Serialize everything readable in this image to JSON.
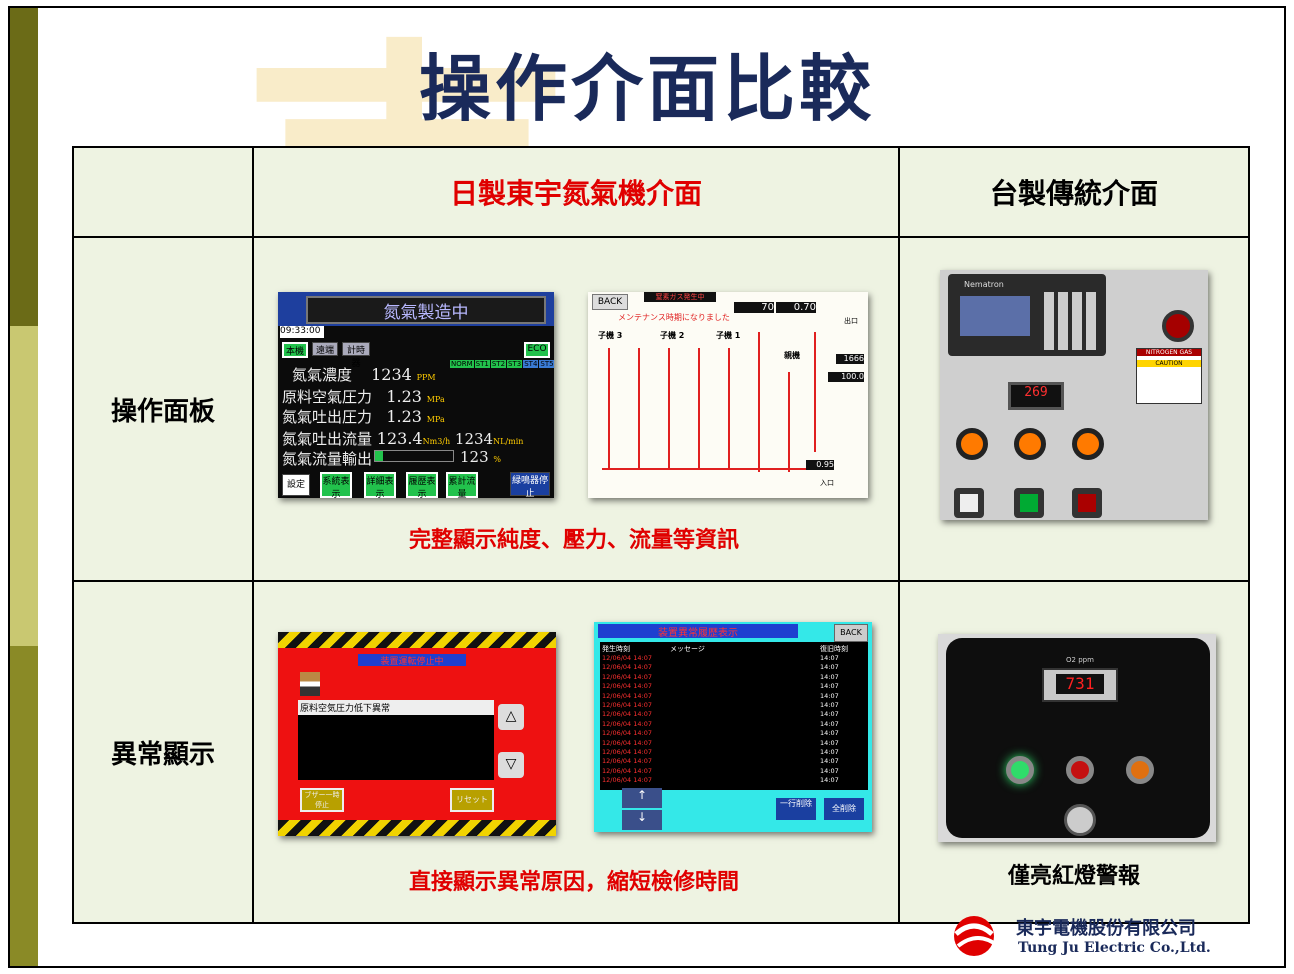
{
  "title": "操作介面比較",
  "table": {
    "header_col1": "日製東宇氮氣機介面",
    "header_col2": "台製傳統介面",
    "row1_label": "操作面板",
    "row2_label": "異常顯示",
    "row1_caption": "完整顯示純度、壓力、流量等資訊",
    "row2_caption": "直接顯示異常原因，縮短檢修時間",
    "row2_col2_caption": "僅亮紅燈警報"
  },
  "hmi1": {
    "title": "氮氣製造中",
    "date": "09:33:00",
    "lines": [
      {
        "label": "氮氣濃度",
        "value": "1234",
        "unit": "PPM"
      },
      {
        "label": "原料空氣圧力",
        "value": "1.23",
        "unit": "MPa"
      },
      {
        "label": "氮氣吐出圧力",
        "value": "1.23",
        "unit": "MPa"
      },
      {
        "label": "氮氣吐出流量",
        "value": "123.4",
        "unit": "Nm3/h",
        "value2": "1234",
        "unit2": "NL/min"
      },
      {
        "label": "氮氣流量輸出",
        "value": "123",
        "unit": "%"
      }
    ],
    "buttons": [
      "設定",
      "系統表示",
      "詳細表示",
      "履歴表示",
      "累計流量",
      "緑鳴器停止"
    ],
    "mode_buttons": [
      "本機",
      "遠端",
      "計時器"
    ],
    "eco": "ECO",
    "status": [
      "NORM",
      "ST1",
      "ST2",
      "ST3",
      "ST4",
      "ST5"
    ],
    "bar_level": 0.1
  },
  "hmi2": {
    "back": "BACK",
    "banner": "窒素ガス発生中",
    "maint": "メンテナンス時期になりました",
    "units": [
      "子機 3",
      "子機 2",
      "子機 1",
      "親機"
    ],
    "purity": "70",
    "pressure": "0.70",
    "flow": "1666",
    "flow2": "100.0",
    "raw_pressure": "0.95",
    "outlet": "出口",
    "inlet": "入口"
  },
  "hmi3": {
    "banner": "装置運転停止中",
    "message": "原料空気圧力低下異常",
    "btn_buzzer": "ブザー一時停止",
    "btn_reset": "リセット"
  },
  "hmi4": {
    "title": "装置異常履歴表示",
    "back": "BACK",
    "col_time": "発生時刻",
    "col_msg": "メッセージ",
    "col_recover": "復旧時刻",
    "time_value": "12/06/04 14:07",
    "recover_value": "14:07",
    "btn_delete_line": "一行削除",
    "btn_delete_all": "全削除"
  },
  "panel1": {
    "brand": "Nematron",
    "display": "269",
    "sign": "NITROGEN GAS",
    "caution": "CAUTION"
  },
  "panel2": {
    "display": "731",
    "units": "O2 ppm"
  },
  "company": {
    "name_zh": "東宇電機股份有限公司",
    "name_en": "Tung Ju Electric Co.,Ltd."
  }
}
